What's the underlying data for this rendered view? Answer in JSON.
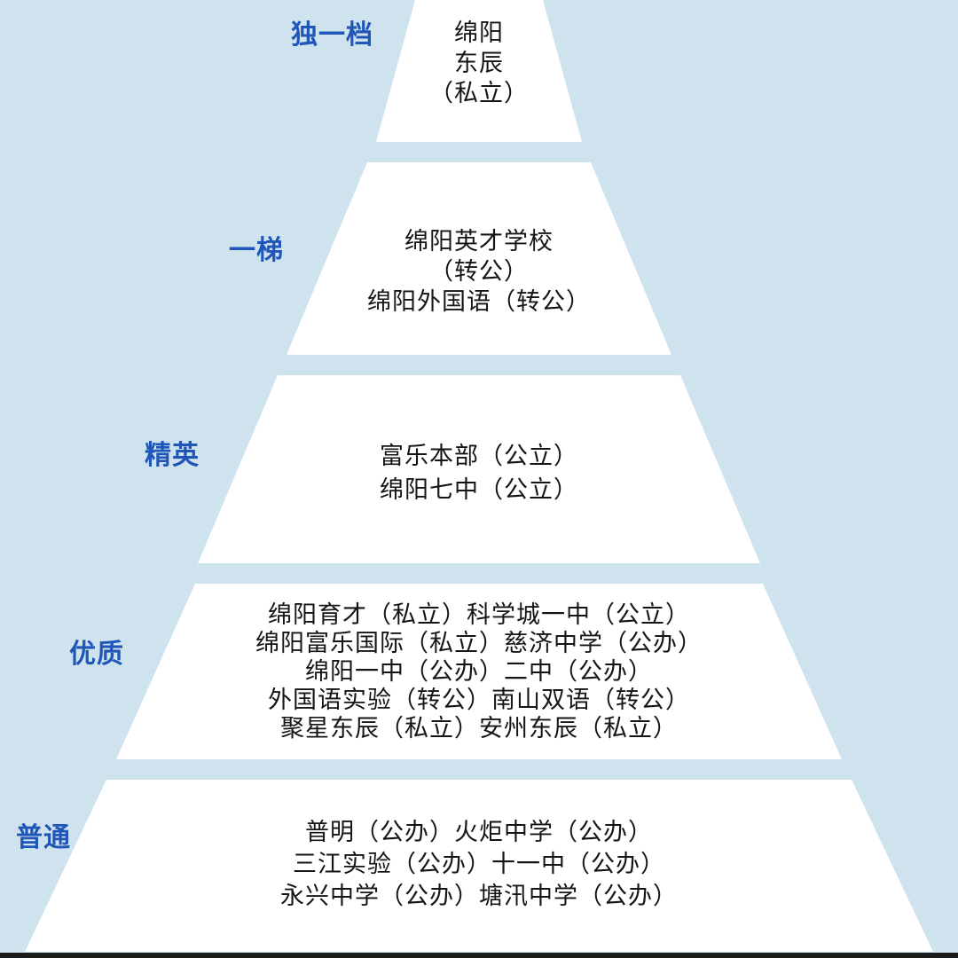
{
  "colors": {
    "background": "#cfe3ef",
    "tier_fill": "#ffffff",
    "label": "#1f56b8",
    "text": "#151515"
  },
  "tiers": [
    {
      "label": "独一档",
      "lines": [
        "绵阳",
        "东辰",
        "（私立）"
      ]
    },
    {
      "label": "一梯",
      "lines": [
        "绵阳英才学校",
        "（转公）",
        "绵阳外国语（转公）"
      ]
    },
    {
      "label": "精英",
      "lines": [
        "富乐本部（公立）",
        "绵阳七中（公立）"
      ]
    },
    {
      "label": "优质",
      "lines": [
        "绵阳育才（私立）科学城一中（公立）",
        "绵阳富乐国际（私立）慈济中学（公办）",
        "绵阳一中（公办）二中（公办）",
        "外国语实验（转公）南山双语（转公）",
        "聚星东辰（私立）安州东辰（私立）"
      ]
    },
    {
      "label": "普通",
      "lines": [
        "普明（公办）火炬中学（公办）",
        "三江实验（公办）十一中（公办）",
        "永兴中学（公办）塘汛中学（公办）"
      ]
    }
  ]
}
